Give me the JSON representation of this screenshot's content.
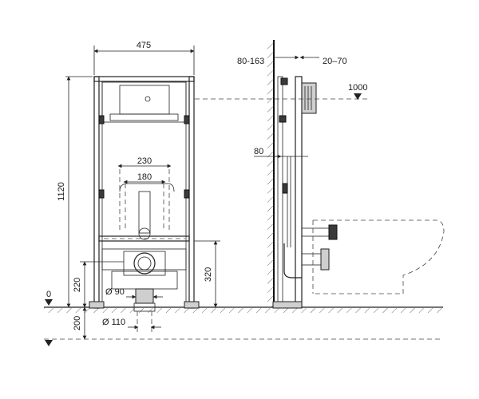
{
  "front_view": {
    "frame_width": "475",
    "cross_width_upper": "230",
    "cross_width_lower": "180",
    "total_height": "1120",
    "connector_height": "220",
    "drain_height": "320",
    "floor_offset": "200",
    "pipe_diameter_small": "Ø 90",
    "pipe_diameter_large": "Ø 110",
    "zero_level": "0"
  },
  "side_view": {
    "wall_distance": "80-163",
    "flush_plate_depth": "20–70",
    "flush_height": "1000",
    "frame_offset": "80"
  },
  "colors": {
    "line": "#222222",
    "fill_grey": "#cfcfcf",
    "fill_dark": "#3a3a3a",
    "background": "#ffffff"
  }
}
